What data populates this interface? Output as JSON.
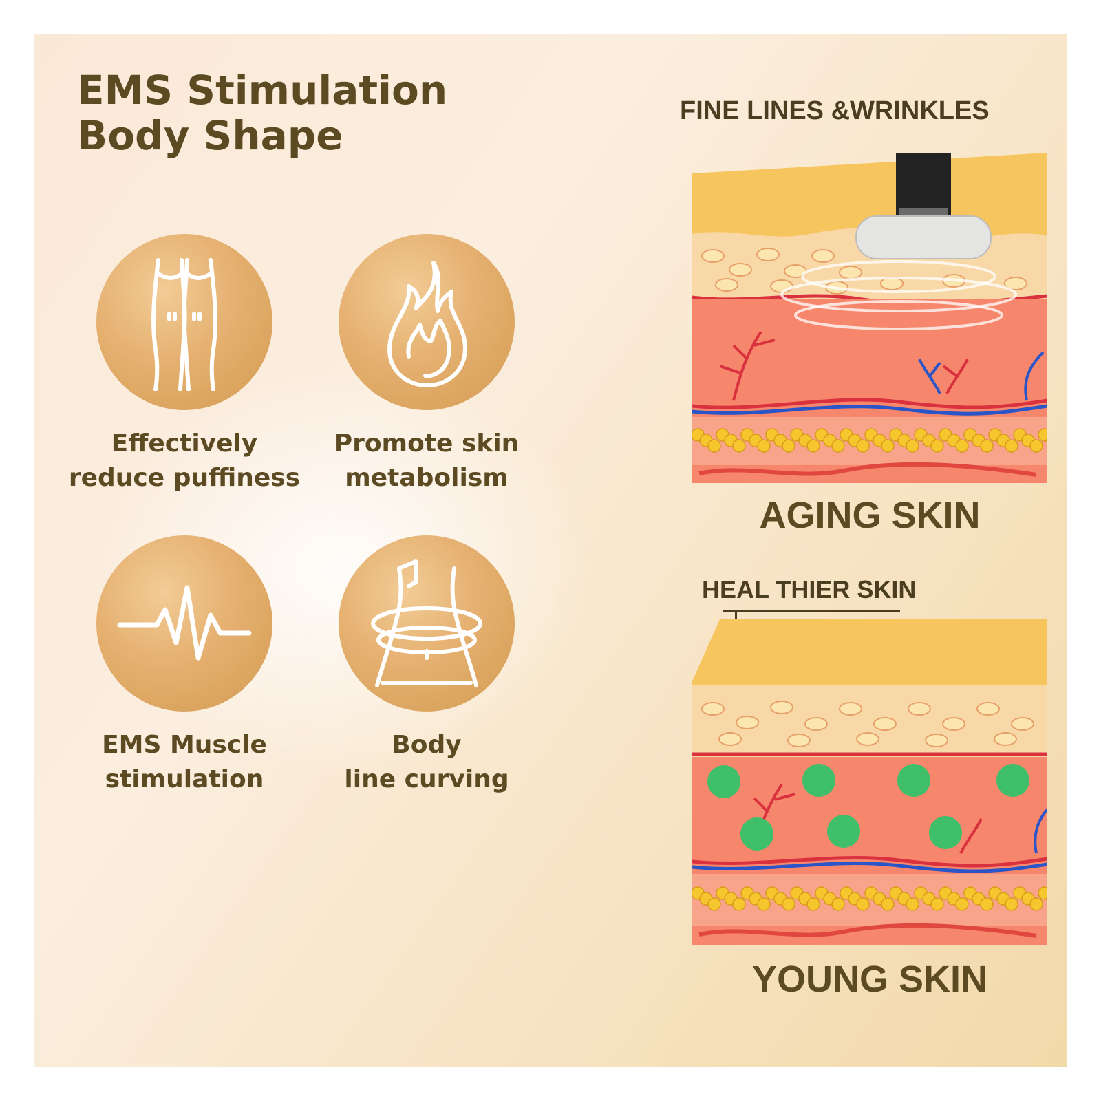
{
  "title": {
    "line1": "EMS Stimulation",
    "line2": "Body Shape"
  },
  "features": [
    {
      "icon": "legs-icon",
      "line1": "Effectively",
      "line2": "reduce puffiness"
    },
    {
      "icon": "flame-icon",
      "line1": "Promote skin",
      "line2": "metabolism"
    },
    {
      "icon": "pulse-icon",
      "line1": "EMS Muscle",
      "line2": "stimulation"
    },
    {
      "icon": "waist-icon",
      "line1": "Body",
      "line2": "line curving"
    }
  ],
  "aging": {
    "header": "FINE LINES &WRINKLES",
    "caption": "AGING SKIN"
  },
  "young": {
    "header": "HEAL THIER SKIN",
    "caption": "YOUNG SKIN"
  },
  "colors": {
    "text": "#5b4a22",
    "circle": "#dfa863",
    "skin": "#f4836a",
    "fat": "#f6c62f",
    "nutrient": "#3fbf6a"
  }
}
